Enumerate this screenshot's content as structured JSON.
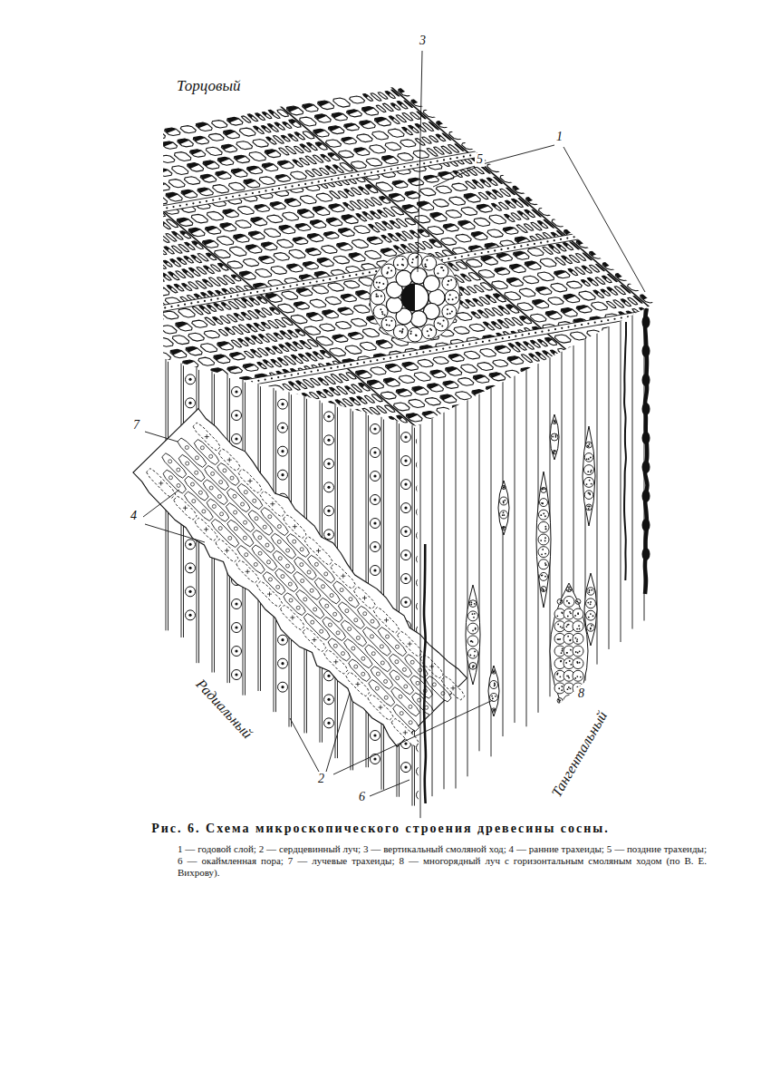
{
  "diagram": {
    "caption": "Рис. 6. Схема микроскопического строения древесины сосны.",
    "labels": [
      "Торцовый",
      "3",
      "1",
      "5",
      "7",
      "4",
      "2",
      "6",
      "8",
      "Радиальный",
      "Тангентальный",
      "1 — годовой слой; 2 — сердцевинный луч; 3 — вертикальный смоляной ход; 4 — ранние трахеиды; 5 — поздние трахеиды; 6 — окаймленная пора; 7 — лучевые трахеиды; 8 — многорядный луч с горизонтальным смоляным ходом (по В. Е. Вихрову)."
    ]
  }
}
